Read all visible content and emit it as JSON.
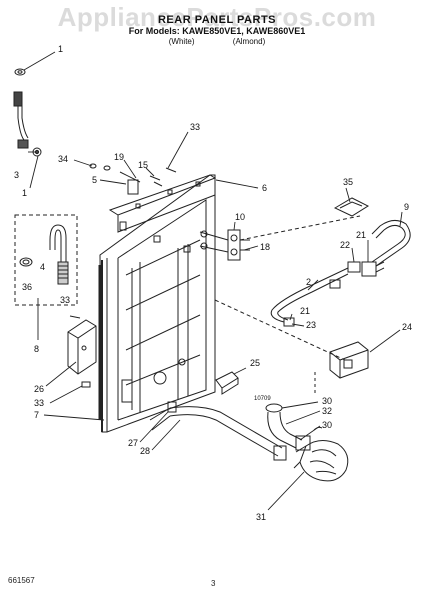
{
  "watermark": "AppliancePartsPros.com",
  "header": {
    "title": "REAR PANEL PARTS",
    "models": "For Models: KAWE850VE1, KAWE860VE1",
    "variant_white": "(White)",
    "variant_almond": "(Almond)"
  },
  "callouts": {
    "c1a": "1",
    "c3": "3",
    "c1b": "1",
    "c34": "34",
    "c5": "5",
    "c19": "19",
    "c15": "15",
    "c33a": "33",
    "c6": "6",
    "c35": "35",
    "c9": "9",
    "c10": "10",
    "c18": "18",
    "c21a": "21",
    "c22": "22",
    "c2": "2",
    "c21b": "21",
    "c23": "23",
    "c24": "24",
    "c4": "4",
    "c36": "36",
    "c33b": "33",
    "c8": "8",
    "c26": "26",
    "c33c": "33",
    "c7": "7",
    "c25": "25",
    "c30a": "30",
    "c32": "32",
    "c30b": "30",
    "c27": "27",
    "c28": "28",
    "c31": "31"
  },
  "small_label": "10709",
  "footer": {
    "part_number": "661567",
    "page": "3"
  }
}
